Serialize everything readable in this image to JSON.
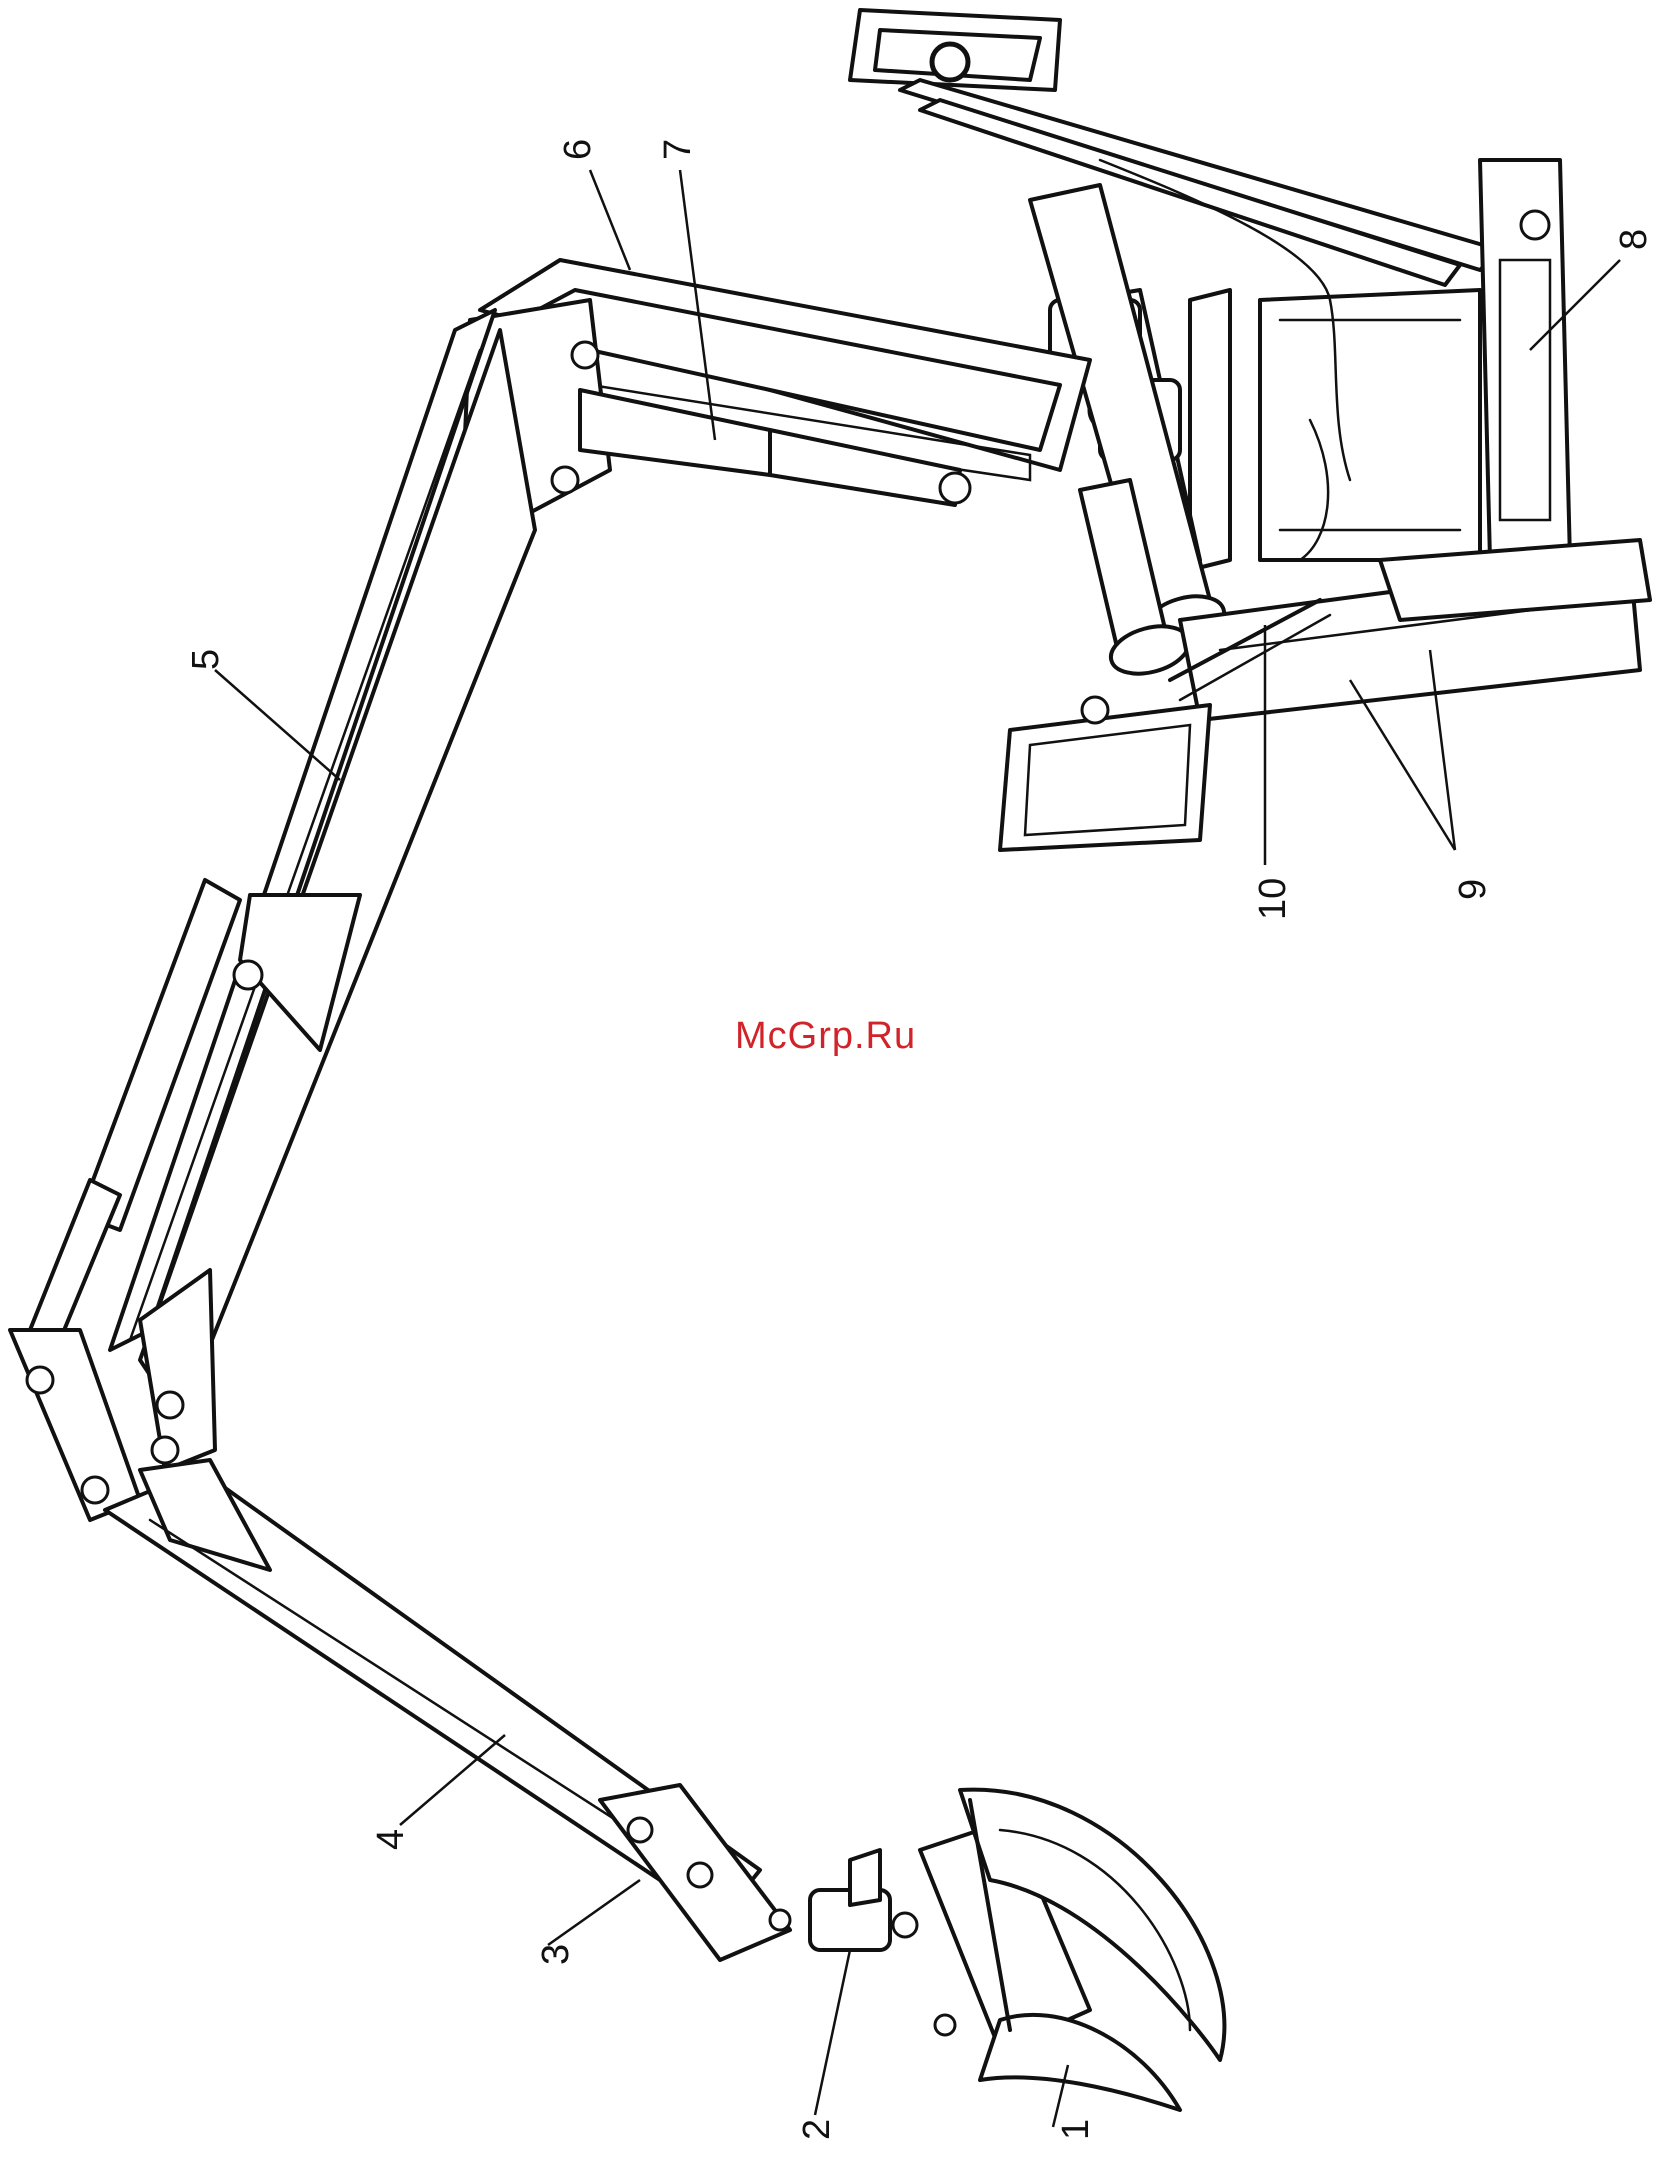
{
  "watermark": {
    "text": "McGrp.Ru",
    "color": "#d1232a"
  },
  "callouts": {
    "c1": "1",
    "c2": "2",
    "c3": "3",
    "c4": "4",
    "c5": "5",
    "c6": "6",
    "c7": "7",
    "c8": "8",
    "c9": "9",
    "c10": "10"
  },
  "icons": {
    "drawing": "crane-manipulator-line-drawing"
  }
}
